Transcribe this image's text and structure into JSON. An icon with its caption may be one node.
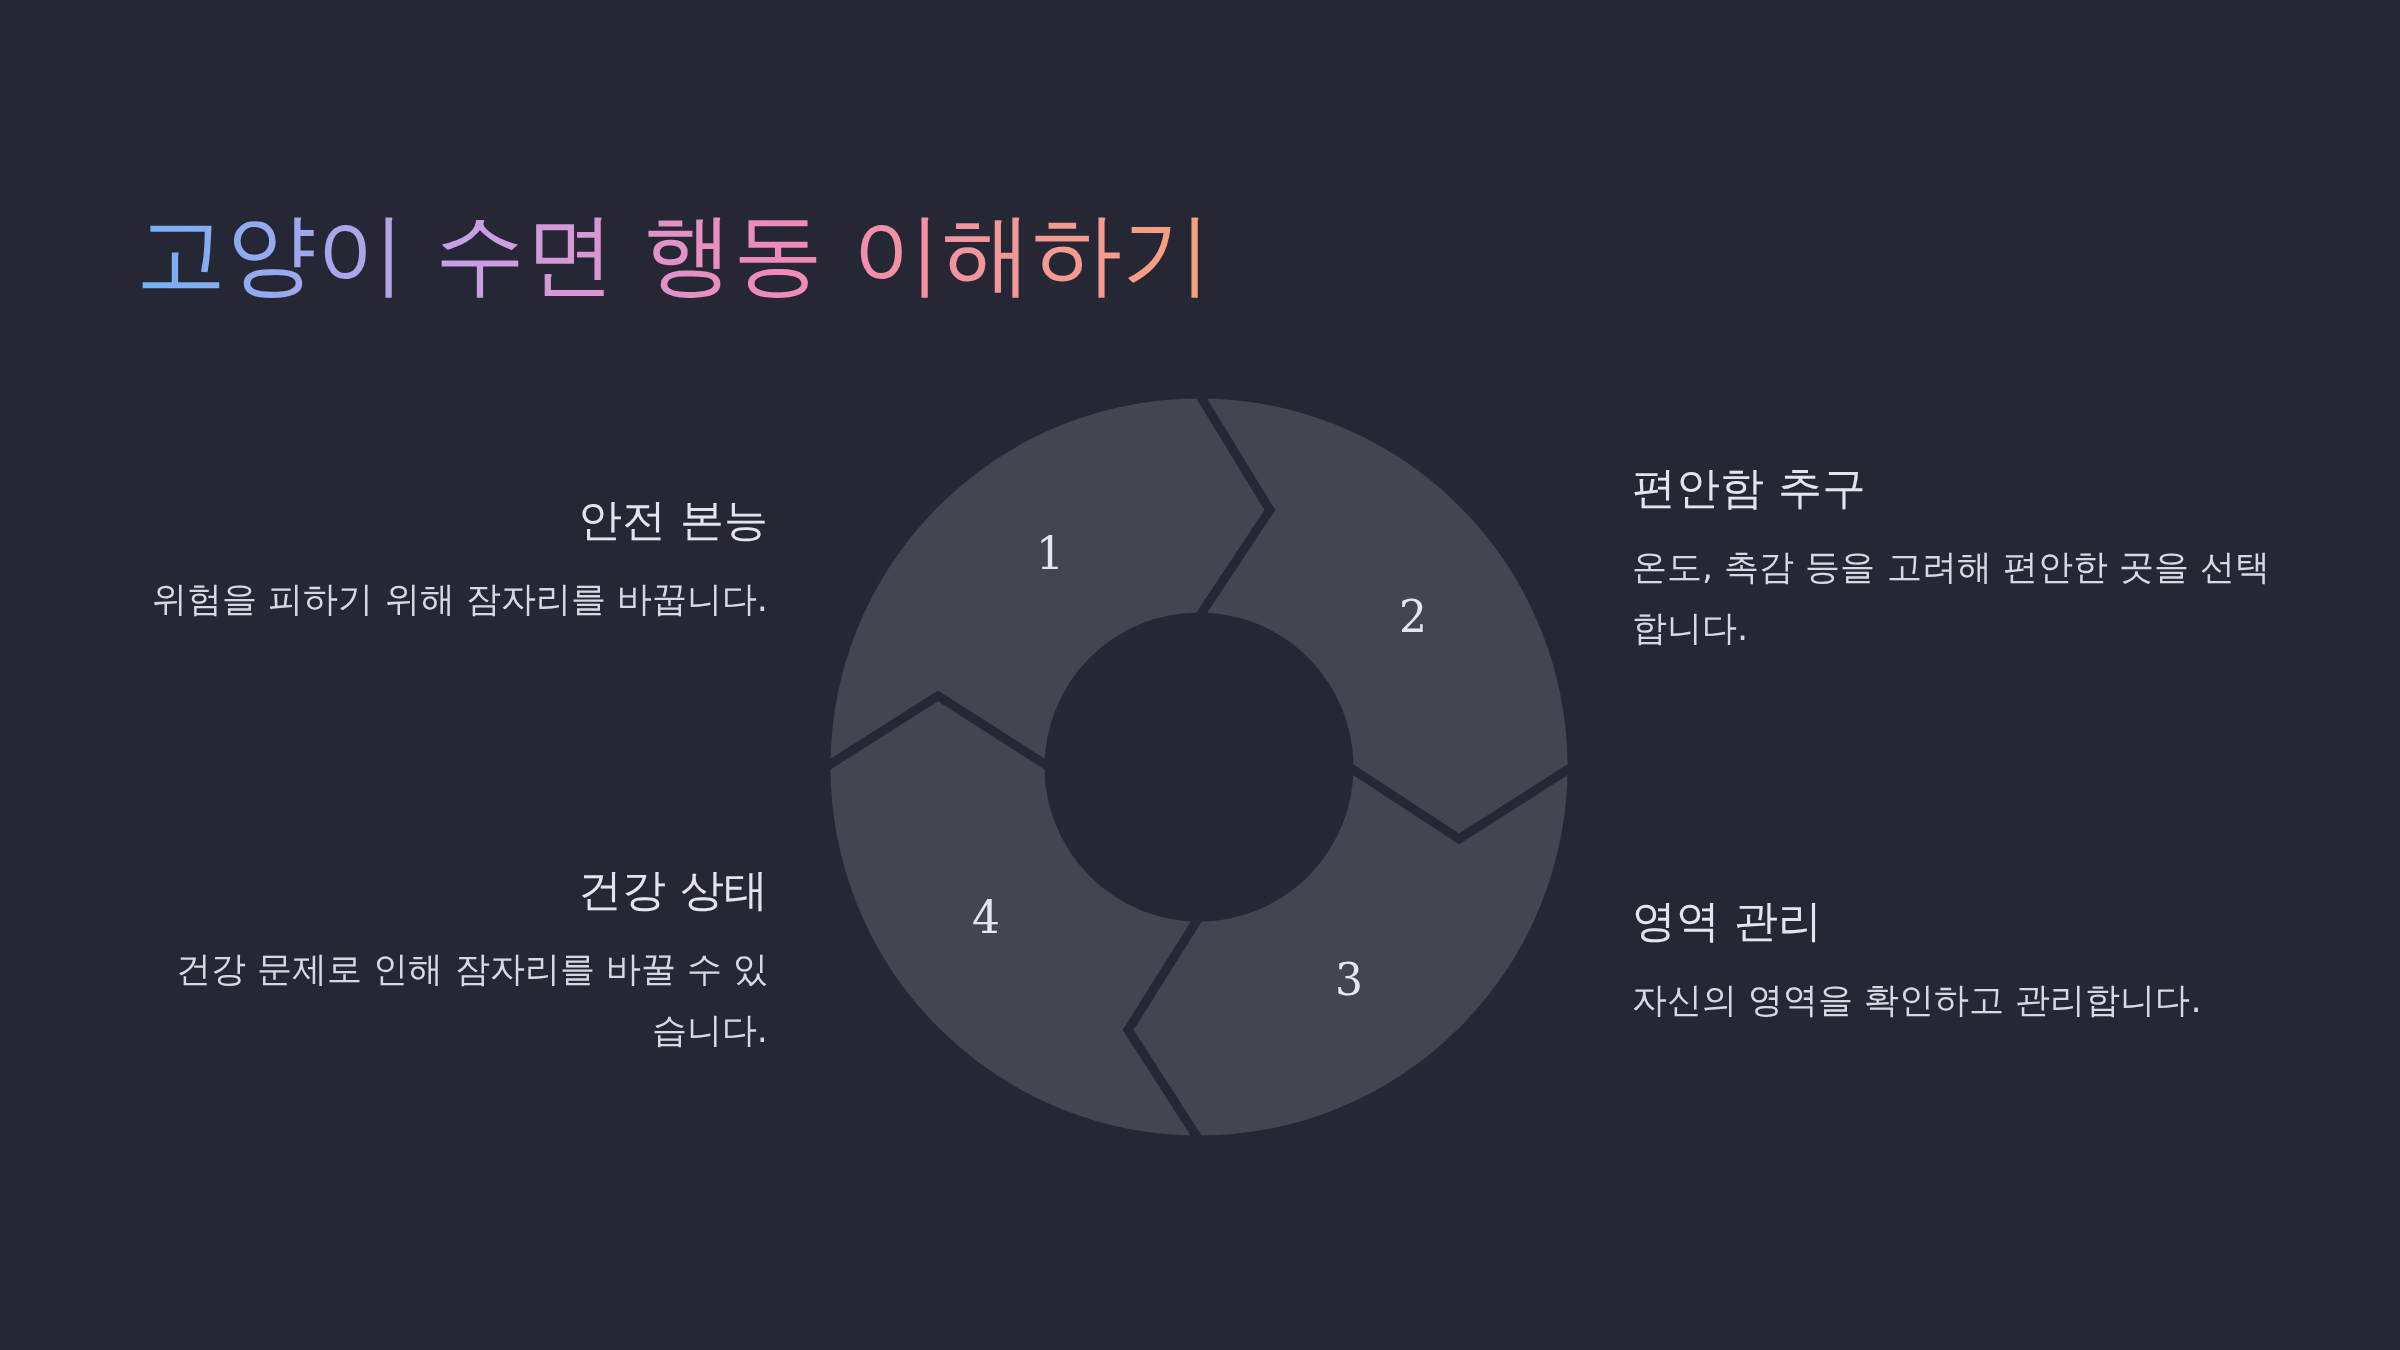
{
  "diagram": {
    "title": "고양이 수면 행동 이해하기",
    "nodes": [
      {
        "text": [
          "1"
        ]
      },
      {
        "text": [
          "2"
        ]
      },
      {
        "text": [
          "3"
        ]
      },
      {
        "text": [
          "4"
        ]
      }
    ],
    "labels": [
      "편안함 추구",
      "온도, 촉감 등을 고려해 편안한 곳을 선택합니다.",
      "안전 본능",
      "위험을 피하기 위해 잠자리를 바꿉니다.",
      "영역 관리",
      "자신의 영역을 확인하고 관리합니다.",
      "건강 상태",
      "건강 문제로 인해 잠자리를 바꿀 수 있습니다."
    ]
  }
}
